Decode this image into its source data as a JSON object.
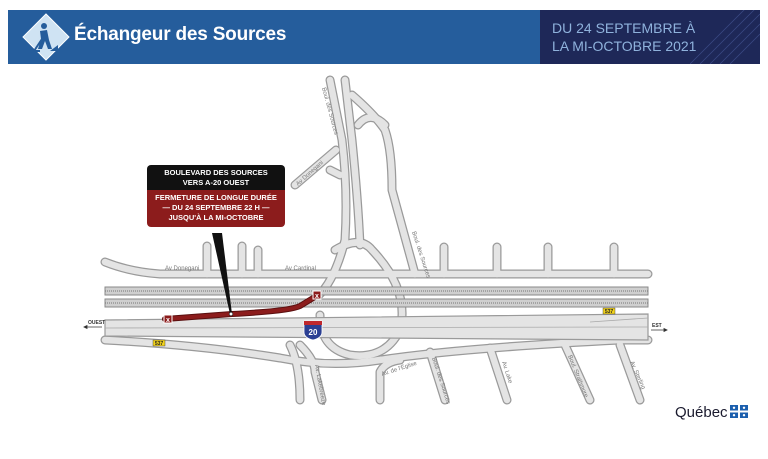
{
  "header": {
    "title": "Échangeur des Sources",
    "dates_line1": "DU 24 SEPTEMBRE À",
    "dates_line2": "LA MI-OCTOBRE 2021",
    "icon": "roadwork-worker-icon",
    "colors": {
      "primary": "#255d9c",
      "secondary": "#1e2858"
    }
  },
  "callout": {
    "line1": "BOULEVARD DES SOURCES",
    "line2": "VERS A-20 OUEST",
    "line3": "FERMETURE DE LONGUE DURÉE",
    "line4": "— DU 24 SEPTEMBRE 22 H —",
    "line5": "JUSQU'À LA MI-OCTOBRE",
    "closure_color": "#8c1c1c"
  },
  "map": {
    "streets": {
      "donegani": "Av Donegani",
      "cardinal": "Av Cardinal",
      "donegani_nw": "Av Donegani",
      "sources_north": "Boul. des Sources",
      "sources_east": "Boul. des Sources",
      "lakebreeze": "Av. Lakebreeze",
      "eglise": "Av. de l'Église",
      "sources_south": "Boul. des Sources",
      "lake": "Av. Lake",
      "strathmore": "Boul. Strathmore",
      "sterling": "Av. Sterling"
    },
    "direction_west": "OUEST",
    "direction_east": "EST",
    "route_537": "537",
    "interstate": "20"
  },
  "footer": {
    "brand": "Québec"
  }
}
